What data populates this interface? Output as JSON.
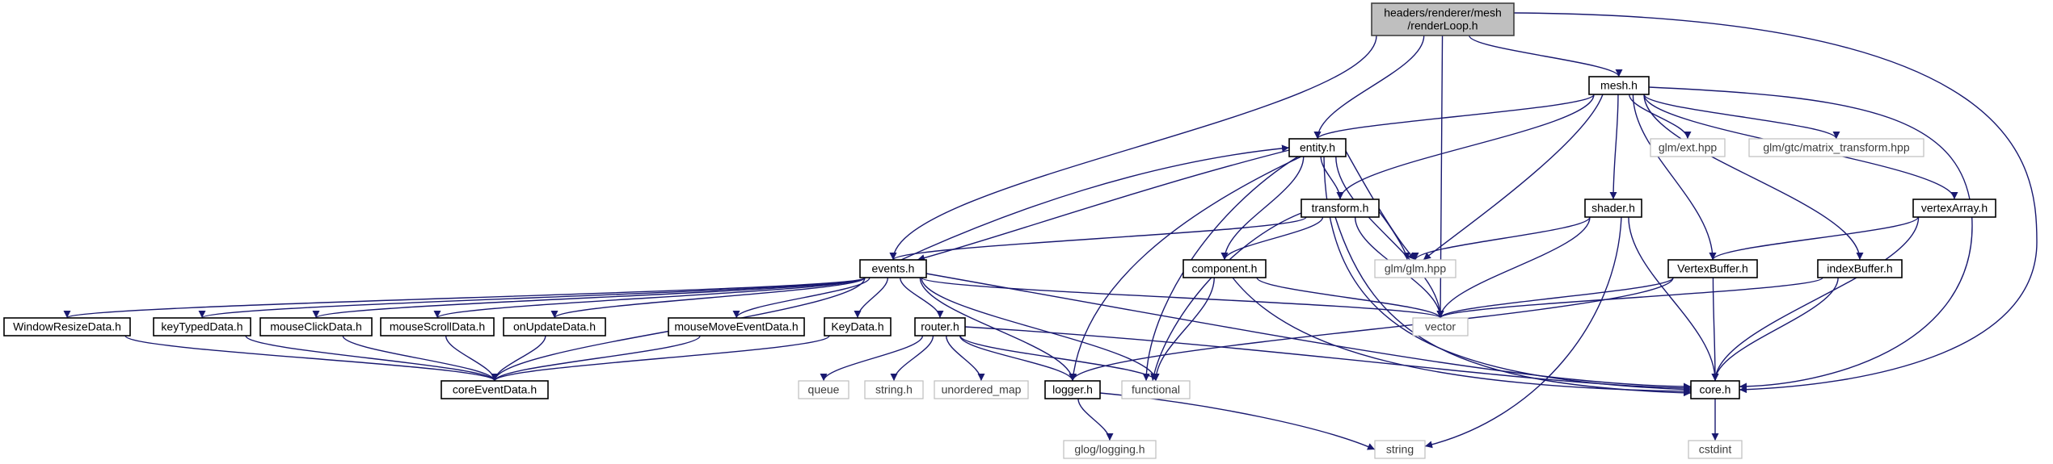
{
  "graph": {
    "edge_color": "#191970",
    "root_fill": "#bfbfbf",
    "external_border_color": "#bfbfbf",
    "nodes": [
      {
        "id": "root",
        "kind": "root",
        "lines": [
          "headers/renderer/mesh",
          "/renderLoop.h"
        ]
      },
      {
        "id": "mesh",
        "kind": "file",
        "lines": [
          "mesh.h"
        ]
      },
      {
        "id": "entity",
        "kind": "file",
        "lines": [
          "entity.h"
        ]
      },
      {
        "id": "transform",
        "kind": "file",
        "lines": [
          "transform.h"
        ]
      },
      {
        "id": "events",
        "kind": "file",
        "lines": [
          "events.h"
        ]
      },
      {
        "id": "component",
        "kind": "file",
        "lines": [
          "component.h"
        ]
      },
      {
        "id": "shader",
        "kind": "file",
        "lines": [
          "shader.h"
        ]
      },
      {
        "id": "vertexArray",
        "kind": "file",
        "lines": [
          "vertexArray.h"
        ]
      },
      {
        "id": "vertexBuffer",
        "kind": "file",
        "lines": [
          "VertexBuffer.h"
        ]
      },
      {
        "id": "indexBuffer",
        "kind": "file",
        "lines": [
          "indexBuffer.h"
        ]
      },
      {
        "id": "windowResize",
        "kind": "file",
        "lines": [
          "WindowResizeData.h"
        ]
      },
      {
        "id": "keyTyped",
        "kind": "file",
        "lines": [
          "keyTypedData.h"
        ]
      },
      {
        "id": "mouseClick",
        "kind": "file",
        "lines": [
          "mouseClickData.h"
        ]
      },
      {
        "id": "mouseScroll",
        "kind": "file",
        "lines": [
          "mouseScrollData.h"
        ]
      },
      {
        "id": "onUpdate",
        "kind": "file",
        "lines": [
          "onUpdateData.h"
        ]
      },
      {
        "id": "mouseMove",
        "kind": "file",
        "lines": [
          "mouseMoveEventData.h"
        ]
      },
      {
        "id": "keyData",
        "kind": "file",
        "lines": [
          "KeyData.h"
        ]
      },
      {
        "id": "router",
        "kind": "file",
        "lines": [
          "router.h"
        ]
      },
      {
        "id": "coreEvent",
        "kind": "file",
        "lines": [
          "coreEventData.h"
        ]
      },
      {
        "id": "logger",
        "kind": "file",
        "lines": [
          "logger.h"
        ]
      },
      {
        "id": "core",
        "kind": "file",
        "lines": [
          "core.h"
        ]
      },
      {
        "id": "glmExt",
        "kind": "external",
        "lines": [
          "glm/ext.hpp"
        ]
      },
      {
        "id": "glmMatrix",
        "kind": "external",
        "lines": [
          "glm/gtc/matrix_transform.hpp"
        ]
      },
      {
        "id": "glm",
        "kind": "external",
        "lines": [
          "glm/glm.hpp"
        ]
      },
      {
        "id": "vector",
        "kind": "external",
        "lines": [
          "vector"
        ]
      },
      {
        "id": "queue",
        "kind": "external",
        "lines": [
          "queue"
        ]
      },
      {
        "id": "stringH",
        "kind": "external",
        "lines": [
          "string.h"
        ]
      },
      {
        "id": "unorderedMap",
        "kind": "external",
        "lines": [
          "unordered_map"
        ]
      },
      {
        "id": "functional",
        "kind": "external",
        "lines": [
          "functional"
        ]
      },
      {
        "id": "glog",
        "kind": "external",
        "lines": [
          "glog/logging.h"
        ]
      },
      {
        "id": "string",
        "kind": "external",
        "lines": [
          "string"
        ]
      },
      {
        "id": "cstdint",
        "kind": "external",
        "lines": [
          "cstdint"
        ]
      }
    ],
    "edges": [
      [
        "root",
        "mesh"
      ],
      [
        "root",
        "entity"
      ],
      [
        "root",
        "events"
      ],
      [
        "root",
        "vector"
      ],
      [
        "root",
        "core"
      ],
      [
        "mesh",
        "entity"
      ],
      [
        "mesh",
        "transform"
      ],
      [
        "mesh",
        "glmExt"
      ],
      [
        "mesh",
        "glmMatrix"
      ],
      [
        "mesh",
        "glm"
      ],
      [
        "mesh",
        "shader"
      ],
      [
        "mesh",
        "vertexArray"
      ],
      [
        "mesh",
        "vertexBuffer"
      ],
      [
        "mesh",
        "indexBuffer"
      ],
      [
        "mesh",
        "core"
      ],
      [
        "entity",
        "transform"
      ],
      [
        "entity",
        "events"
      ],
      [
        "entity",
        "component"
      ],
      [
        "entity",
        "glm"
      ],
      [
        "entity",
        "vector"
      ],
      [
        "entity",
        "functional"
      ],
      [
        "entity",
        "logger"
      ],
      [
        "entity",
        "core"
      ],
      [
        "transform",
        "events"
      ],
      [
        "transform",
        "component"
      ],
      [
        "transform",
        "glm"
      ],
      [
        "transform",
        "vector"
      ],
      [
        "transform",
        "functional"
      ],
      [
        "transform",
        "core"
      ],
      [
        "events",
        "entity"
      ],
      [
        "events",
        "windowResize"
      ],
      [
        "events",
        "keyTyped"
      ],
      [
        "events",
        "mouseClick"
      ],
      [
        "events",
        "mouseScroll"
      ],
      [
        "events",
        "onUpdate"
      ],
      [
        "events",
        "mouseMove"
      ],
      [
        "events",
        "keyData"
      ],
      [
        "events",
        "router"
      ],
      [
        "events",
        "coreEvent"
      ],
      [
        "events",
        "logger"
      ],
      [
        "events",
        "functional"
      ],
      [
        "events",
        "vector"
      ],
      [
        "events",
        "core"
      ],
      [
        "component",
        "vector"
      ],
      [
        "component",
        "functional"
      ],
      [
        "component",
        "core"
      ],
      [
        "shader",
        "glm"
      ],
      [
        "shader",
        "vector"
      ],
      [
        "shader",
        "string"
      ],
      [
        "shader",
        "core"
      ],
      [
        "vertexArray",
        "vertexBuffer"
      ],
      [
        "vertexArray",
        "core"
      ],
      [
        "vertexBuffer",
        "vector"
      ],
      [
        "vertexBuffer",
        "logger"
      ],
      [
        "vertexBuffer",
        "core"
      ],
      [
        "indexBuffer",
        "vector"
      ],
      [
        "indexBuffer",
        "core"
      ],
      [
        "windowResize",
        "coreEvent"
      ],
      [
        "keyTyped",
        "coreEvent"
      ],
      [
        "mouseClick",
        "coreEvent"
      ],
      [
        "mouseScroll",
        "coreEvent"
      ],
      [
        "onUpdate",
        "coreEvent"
      ],
      [
        "mouseMove",
        "coreEvent"
      ],
      [
        "keyData",
        "coreEvent"
      ],
      [
        "router",
        "queue"
      ],
      [
        "router",
        "stringH"
      ],
      [
        "router",
        "unorderedMap"
      ],
      [
        "router",
        "logger"
      ],
      [
        "router",
        "functional"
      ],
      [
        "router",
        "core"
      ],
      [
        "logger",
        "glog"
      ],
      [
        "logger",
        "string"
      ],
      [
        "core",
        "cstdint"
      ]
    ]
  }
}
